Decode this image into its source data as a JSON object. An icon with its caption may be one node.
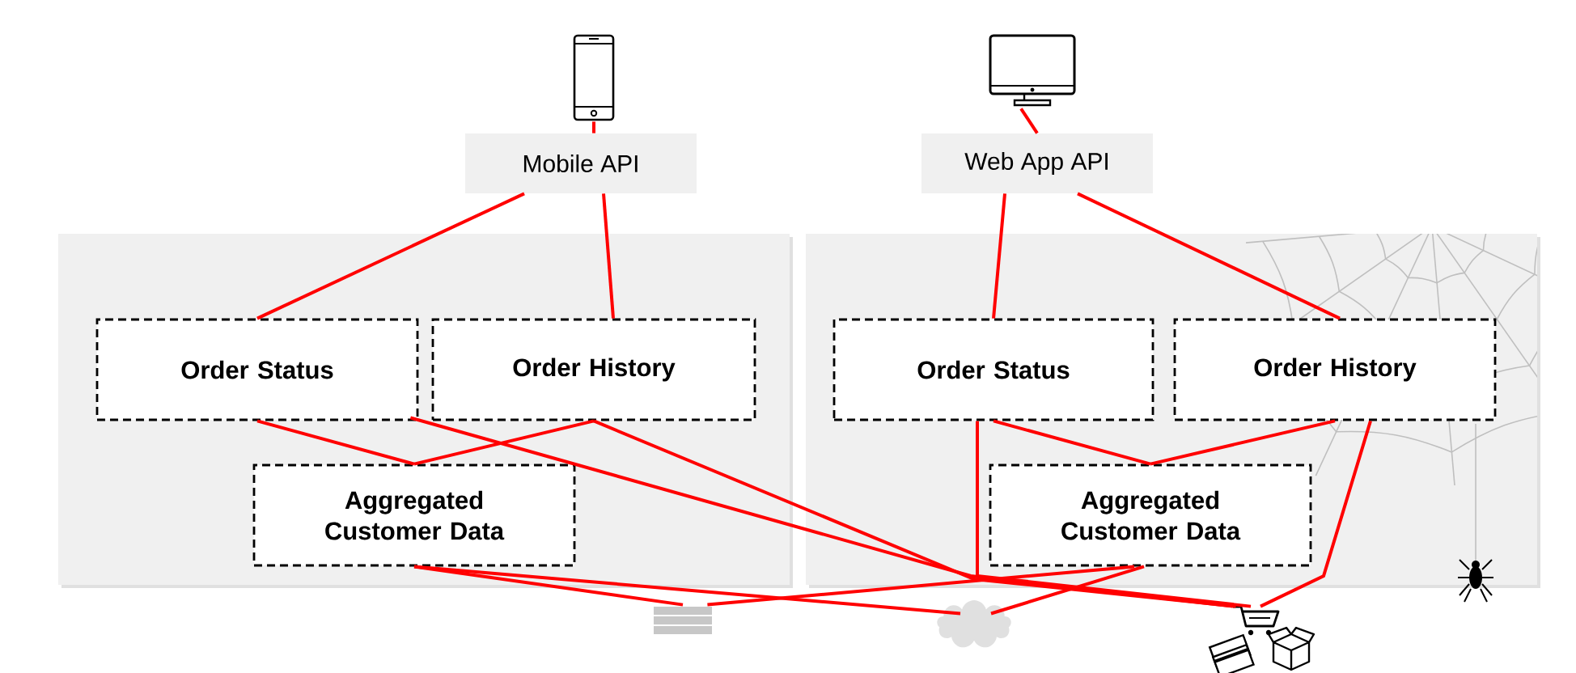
{
  "diagram": {
    "nodes": [
      {
        "text": [],
        "shape": "picture"
      },
      {
        "text": [],
        "shape": "picture"
      },
      {
        "text": [
          "Mobile API"
        ]
      },
      {
        "text": [
          "Web App API"
        ]
      },
      {
        "text": [],
        "shape": "box"
      },
      {
        "text": [
          "Order Status"
        ],
        "in": 4
      },
      {
        "text": [
          "Order History"
        ],
        "in": 4
      },
      {
        "text": [
          "Aggregated Customer Data"
        ],
        "in": 4
      },
      {
        "text": [],
        "shape": "box"
      },
      {
        "text": [
          "Order Status"
        ],
        "in": 8
      },
      {
        "text": [
          "Order History"
        ],
        "in": 8
      },
      {
        "text": [
          "Aggregated Customer Data"
        ],
        "in": 8
      },
      {
        "text": [],
        "shape": "picture"
      },
      {
        "text": [],
        "shape": "cloud"
      },
      {
        "text": [],
        "shape": "picture"
      }
    ],
    "edges": [
      {
        "from": 0,
        "to": 2,
        "arrow": "none"
      },
      {
        "from": 1,
        "to": 3,
        "arrow": "none"
      },
      {
        "from": 2,
        "to": 5,
        "arrow": "none"
      },
      {
        "from": 2,
        "to": 6,
        "arrow": "none"
      },
      {
        "from": 3,
        "to": 9,
        "arrow": "none"
      },
      {
        "from": 3,
        "to": 10,
        "arrow": "none"
      },
      {
        "from": 5,
        "to": 7,
        "arrow": "none"
      },
      {
        "from": 6,
        "to": 7,
        "arrow": "none"
      },
      {
        "from": 5,
        "to": 14,
        "arrow": "none"
      },
      {
        "from": 6,
        "to": 14,
        "arrow": "none"
      },
      {
        "from": 7,
        "to": 12,
        "arrow": "none"
      },
      {
        "from": 7,
        "to": 13,
        "arrow": "none"
      },
      {
        "from": 9,
        "to": 11,
        "arrow": "none"
      },
      {
        "from": 10,
        "to": 11,
        "arrow": "none"
      },
      {
        "from": 9,
        "to": 14,
        "arrow": "none"
      },
      {
        "from": 10,
        "to": 14,
        "arrow": "none"
      },
      {
        "from": 11,
        "to": 12,
        "arrow": "none"
      },
      {
        "from": 11,
        "to": 13,
        "arrow": "none"
      }
    ]
  }
}
